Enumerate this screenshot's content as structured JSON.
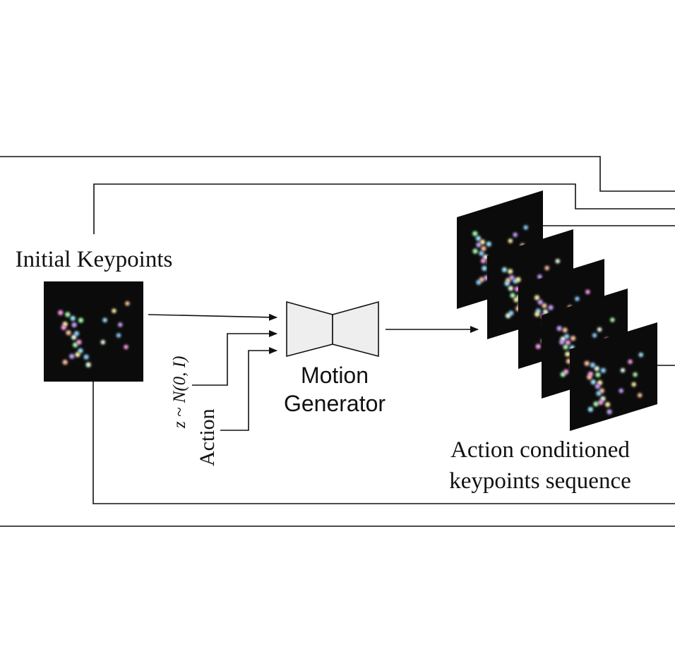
{
  "labels": {
    "initial_keypoints": "Initial Keypoints",
    "noise_input": "z ~ N(0, I)",
    "action_input": "Action",
    "motion_generator_line1": "Motion",
    "motion_generator_line2": "Generator",
    "output_line1": "Action conditioned",
    "output_line2": "keypoints sequence"
  },
  "colors": {
    "line": "#111111",
    "frame_background": "#0b0b0b",
    "generator_fill": "#eeeeee"
  },
  "keypoint_palette": [
    "#ff9bf0",
    "#a7ffb0",
    "#9ee8ff",
    "#fff3a6",
    "#c9a3ff",
    "#ffc0a0",
    "#8fd0ff",
    "#e8ffe8"
  ]
}
